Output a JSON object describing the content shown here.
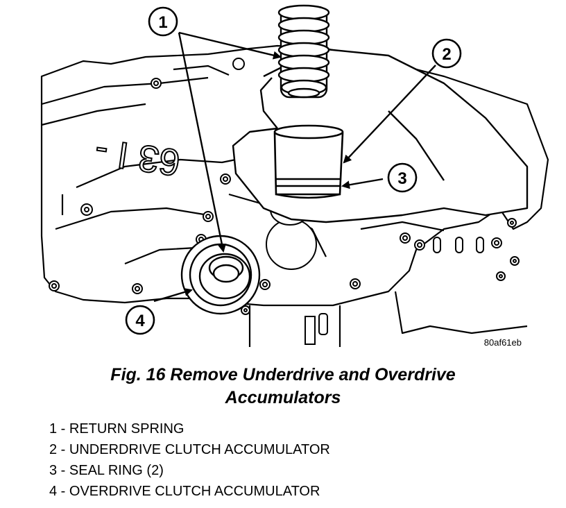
{
  "figure": {
    "image_code": "80af61eb",
    "caption_line1": "Fig. 16 Remove Underdrive and Overdrive",
    "caption_line2": "Accumulators",
    "casting_text": "63 I -",
    "callouts": [
      "1",
      "2",
      "3",
      "4"
    ],
    "legend": [
      "1 - RETURN SPRING",
      "2 - UNDERDRIVE CLUTCH ACCUMULATOR",
      "3 - SEAL RING (2)",
      "4 - OVERDRIVE CLUTCH ACCUMULATOR"
    ]
  }
}
